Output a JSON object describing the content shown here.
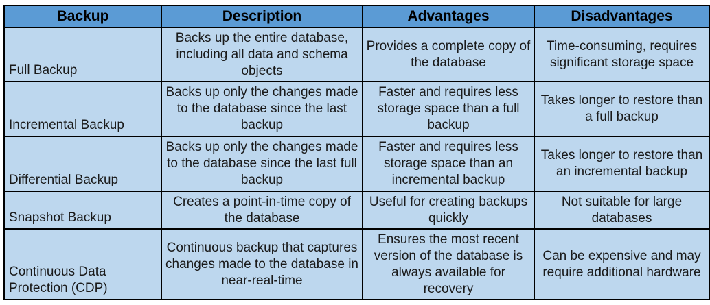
{
  "table": {
    "headers": [
      "Backup",
      "Description",
      "Advantages",
      "Disadvantages"
    ],
    "rows": [
      {
        "name": "Full Backup",
        "description": "Backs up the entire database, including all data and schema objects",
        "advantages": "Provides a complete copy of the database",
        "disadvantages": "Time-consuming, requires significant storage space"
      },
      {
        "name": "Incremental Backup",
        "description": "Backs up only the changes made to the database since the last backup",
        "advantages": "Faster and requires less storage space than a full backup",
        "disadvantages": "Takes longer to restore than a full backup"
      },
      {
        "name": "Differential Backup",
        "description": "Backs up only the changes made to the database since the last full backup",
        "advantages": "Faster and requires less storage space than an incremental backup",
        "disadvantages": "Takes longer to restore than an incremental backup"
      },
      {
        "name": "Snapshot Backup",
        "description": "Creates a point-in-time copy of the database",
        "advantages": "Useful for creating backups quickly",
        "disadvantages": "Not suitable for large databases"
      },
      {
        "name": "Continuous Data Protection (CDP)",
        "description": "Continuous backup that captures changes made to the database in near-real-time",
        "advantages": "Ensures the most recent version of the database is always available for recovery",
        "disadvantages": "Can be expensive and may require additional hardware"
      }
    ]
  },
  "colors": {
    "header_bg": "#5b9bd5",
    "cell_bg": "#bdd7ee",
    "border": "#000000"
  }
}
